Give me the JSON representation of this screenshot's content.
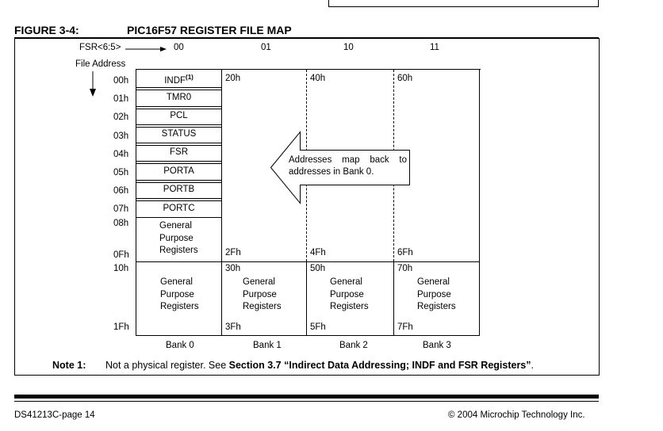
{
  "figure": {
    "label": "FIGURE 3-4:",
    "title": "PIC16F57 REGISTER FILE MAP"
  },
  "fsr": {
    "label": "FSR<6:5>",
    "columns": [
      "00",
      "01",
      "10",
      "11"
    ]
  },
  "file_address_label": "File Address",
  "row_addresses": [
    "00h",
    "01h",
    "02h",
    "03h",
    "04h",
    "05h",
    "06h",
    "07h",
    "08h",
    "0Fh",
    "10h",
    "1Fh"
  ],
  "bank0_registers": [
    "INDF",
    "TMR0",
    "PCL",
    "STATUS",
    "FSR",
    "PORTA",
    "PORTB",
    "PORTC"
  ],
  "indf_superscript": "(1)",
  "gpr_lines": [
    "General",
    "Purpose",
    "Registers"
  ],
  "bank_top_addresses": [
    "20h",
    "40h",
    "60h"
  ],
  "bank_mid_addresses": [
    "2Fh",
    "4Fh",
    "6Fh"
  ],
  "bank_upper_start": [
    "30h",
    "50h",
    "70h"
  ],
  "bank_upper_end": [
    "3Fh",
    "5Fh",
    "7Fh"
  ],
  "arrow_text": [
    "Addresses map back to",
    "addresses in Bank 0."
  ],
  "bank_labels": [
    "Bank 0",
    "Bank 1",
    "Bank 2",
    "Bank 3"
  ],
  "note": {
    "label": "Note 1:",
    "text_plain": "Not a physical register. See ",
    "text_bold": "Section 3.7 “Indirect Data Addressing; INDF and FSR Registers”",
    "text_end": "."
  },
  "footer": {
    "left": "DS41213C-page 14",
    "right": "© 2004 Microchip Technology Inc."
  }
}
